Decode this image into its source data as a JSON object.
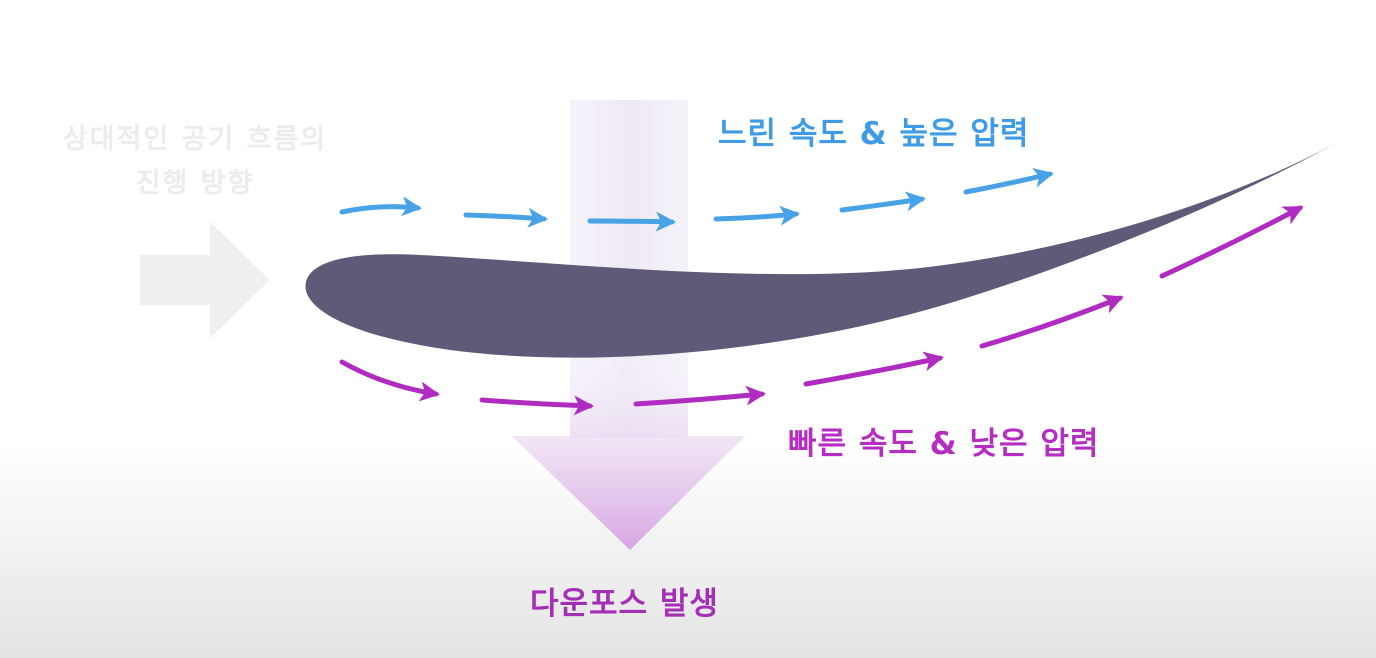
{
  "airflow_direction": {
    "line1": "상대적인 공기 흐름의",
    "line2": "진행 방향"
  },
  "upper_surface_label": "느린 속도 & 높은 압력",
  "lower_surface_label": "빠른 속도 & 낮은 압력",
  "downforce_label": "다운포스 발생",
  "colors": {
    "upper_flow": "#4aa2e6",
    "lower_flow": "#b02cc0",
    "wing": "#5e5a78",
    "airflow_arrow": "#eeeeee",
    "downforce_arrow": "#d8a6e4"
  },
  "icons": {
    "airflow_direction": "right-arrow-icon",
    "downforce": "down-arrow-icon",
    "flow_arrows": "flow-arrow-icon"
  }
}
